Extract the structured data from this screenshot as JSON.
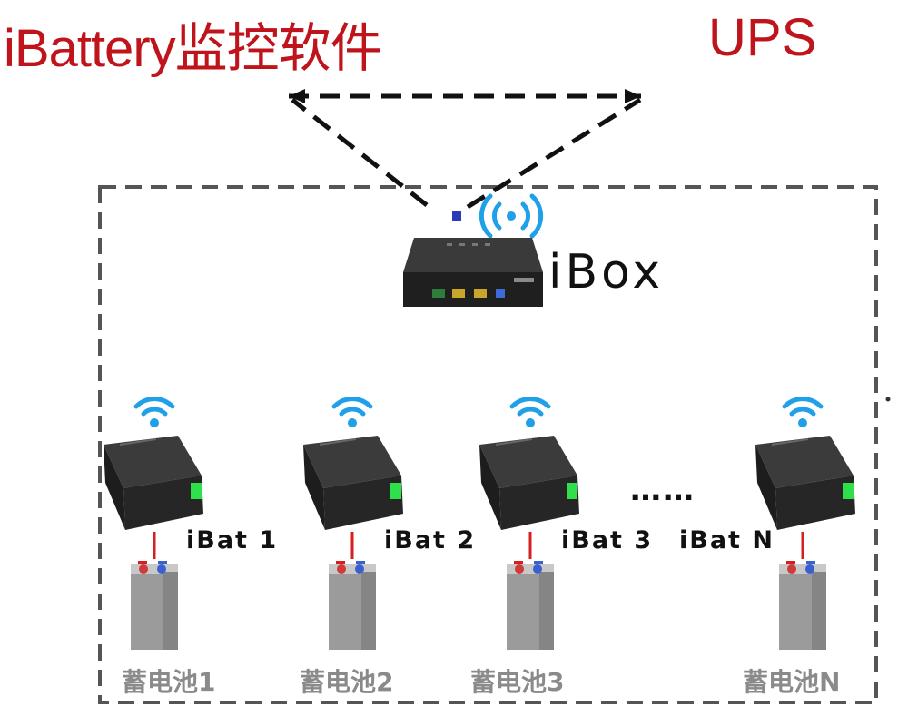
{
  "titles": {
    "software": "iBattery监控软件",
    "ups": "UPS"
  },
  "hub": {
    "label": "iBox"
  },
  "nodes": [
    {
      "module": "iBat 1",
      "battery": "蓄电池1"
    },
    {
      "module": "iBat 2",
      "battery": "蓄电池2"
    },
    {
      "module": "iBat 3",
      "battery": "蓄电池3"
    },
    {
      "module": "iBat N",
      "battery": "蓄电池N"
    }
  ],
  "ellipsis": "……",
  "colors": {
    "title": "#c0141c",
    "wifi": "#1fa0e8",
    "led": "#2ee04a",
    "dashed": "#555555"
  },
  "icons": [
    "wifi-icon",
    "ibox-device-icon",
    "ibat-module-icon",
    "battery-cell-icon"
  ]
}
